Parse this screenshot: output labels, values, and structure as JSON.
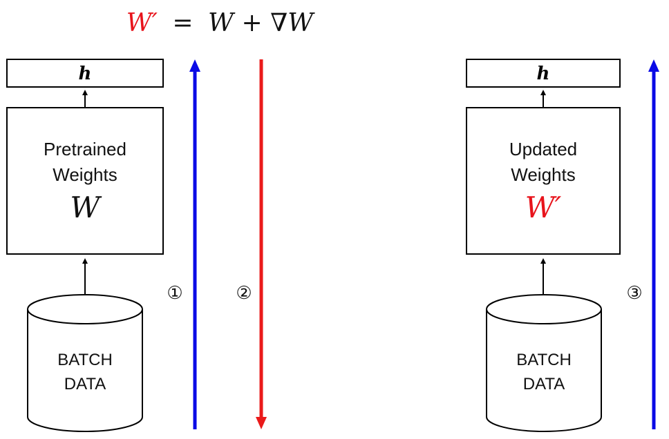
{
  "equation": {
    "lhs": "W′",
    "equals": "=",
    "rhs": "W + ∇W",
    "lhs_color": "#e8141c",
    "rhs_color": "#111111"
  },
  "left_panel": {
    "output_label": "h",
    "weights_line1": "Pretrained",
    "weights_line2": "Weights",
    "weights_symbol": "W",
    "data_line1": "BATCH",
    "data_line2": "DATA"
  },
  "right_panel": {
    "output_label": "h",
    "weights_line1": "Updated",
    "weights_line2": "Weights",
    "weights_symbol": "W′",
    "weights_symbol_color": "#e8141c",
    "data_line1": "BATCH",
    "data_line2": "DATA"
  },
  "steps": {
    "step1": "①",
    "step2": "②",
    "step3": "③"
  },
  "colors": {
    "forward_arrow": "#0a0ae6",
    "backward_arrow": "#ea1a1a",
    "stroke": "#000000"
  }
}
